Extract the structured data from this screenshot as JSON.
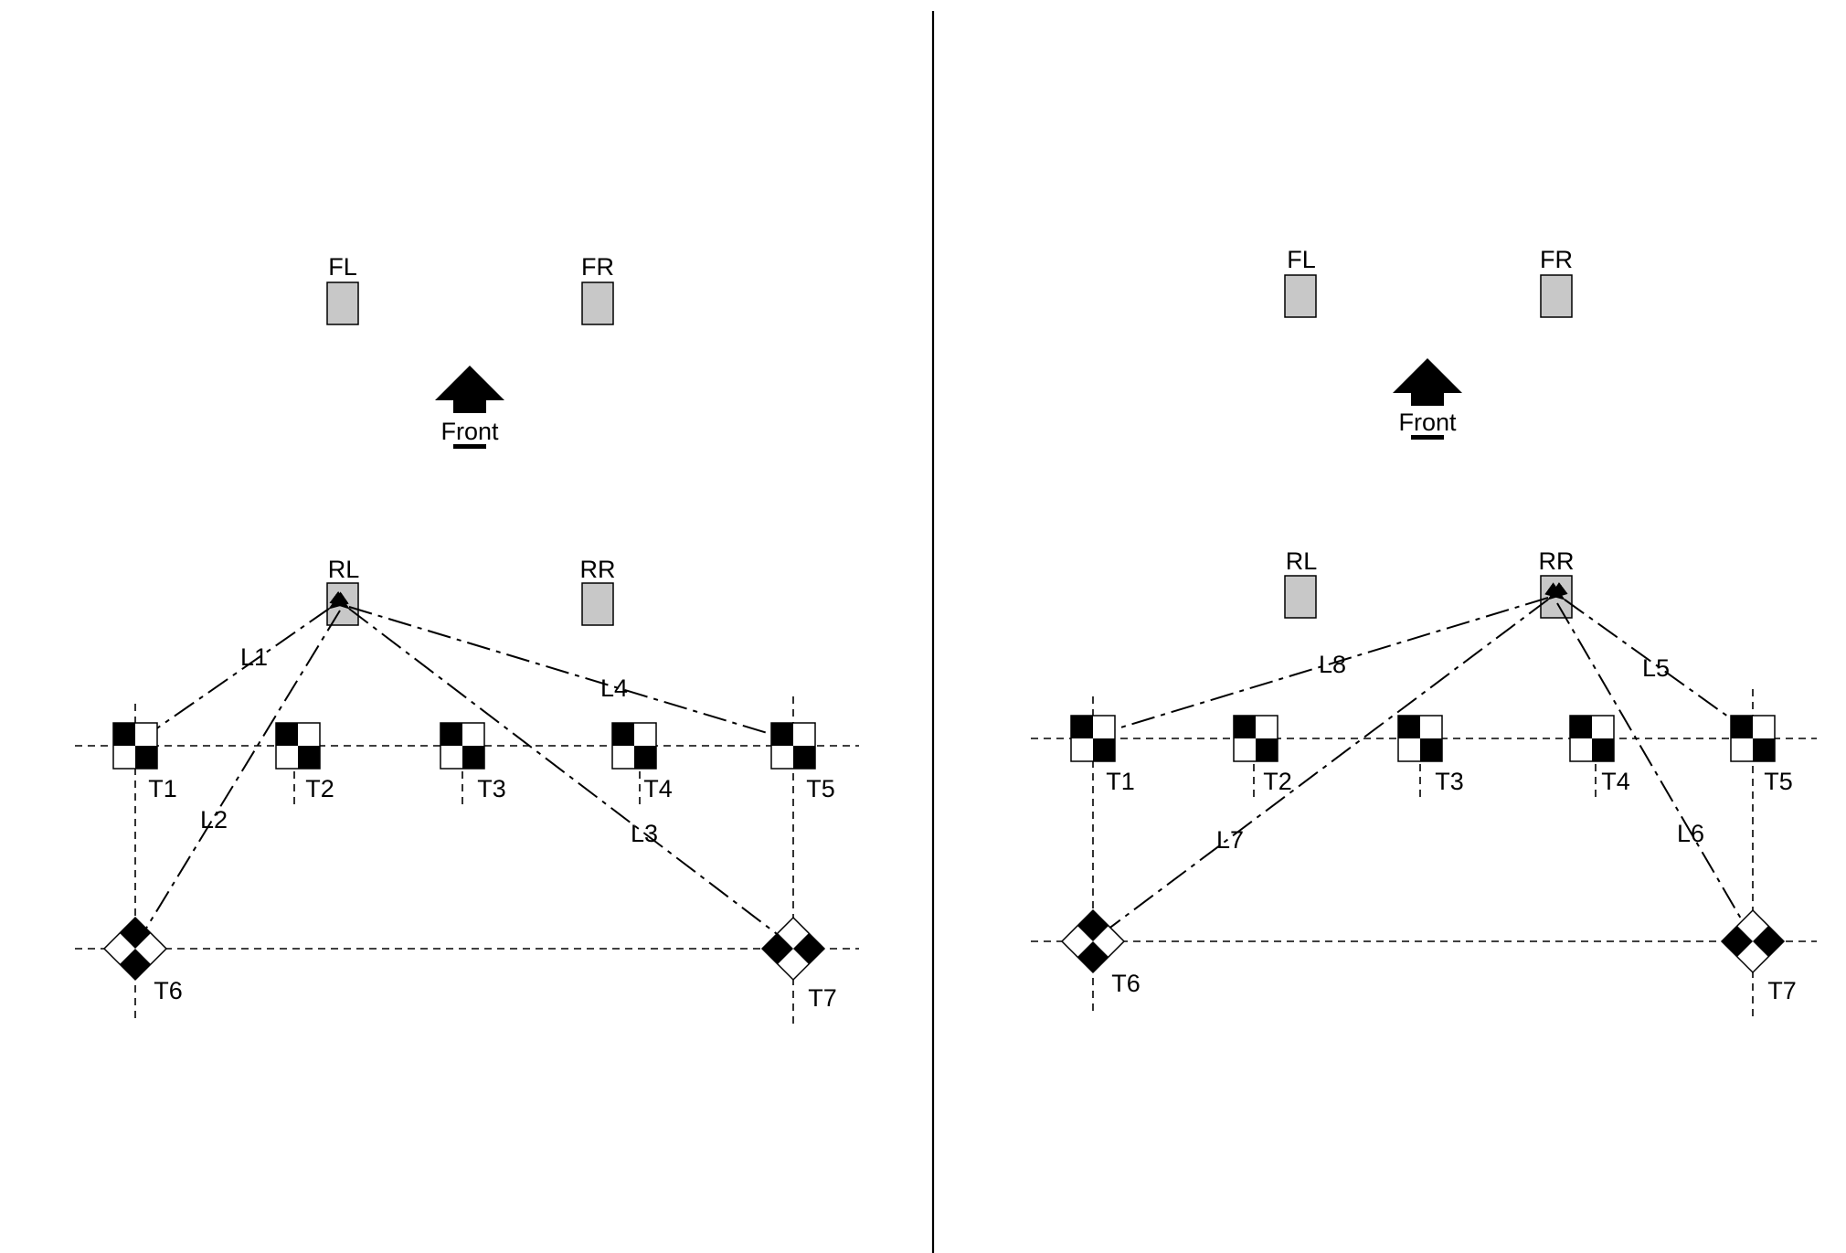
{
  "panels": [
    {
      "id": "left",
      "front_label": "Front",
      "wheels": [
        {
          "label": "FL"
        },
        {
          "label": "FR"
        },
        {
          "label": "RL"
        },
        {
          "label": "RR"
        }
      ],
      "targets": [
        {
          "label": "T1"
        },
        {
          "label": "T2"
        },
        {
          "label": "T3"
        },
        {
          "label": "T4"
        },
        {
          "label": "T5"
        },
        {
          "label": "T6"
        },
        {
          "label": "T7"
        }
      ],
      "lines": [
        {
          "label": "L1",
          "from": "RL",
          "to": "T1"
        },
        {
          "label": "L2",
          "from": "RL",
          "to": "T6"
        },
        {
          "label": "L3",
          "from": "RL",
          "to": "T7"
        },
        {
          "label": "L4",
          "from": "RL",
          "to": "T5"
        }
      ]
    },
    {
      "id": "right",
      "front_label": "Front",
      "wheels": [
        {
          "label": "FL"
        },
        {
          "label": "FR"
        },
        {
          "label": "RL"
        },
        {
          "label": "RR"
        }
      ],
      "targets": [
        {
          "label": "T1"
        },
        {
          "label": "T2"
        },
        {
          "label": "T3"
        },
        {
          "label": "T4"
        },
        {
          "label": "T5"
        },
        {
          "label": "T6"
        },
        {
          "label": "T7"
        }
      ],
      "lines": [
        {
          "label": "L5",
          "from": "RR",
          "to": "T5"
        },
        {
          "label": "L6",
          "from": "RR",
          "to": "T7"
        },
        {
          "label": "L7",
          "from": "RR",
          "to": "T6"
        },
        {
          "label": "L8",
          "from": "RR",
          "to": "T1"
        }
      ]
    }
  ]
}
